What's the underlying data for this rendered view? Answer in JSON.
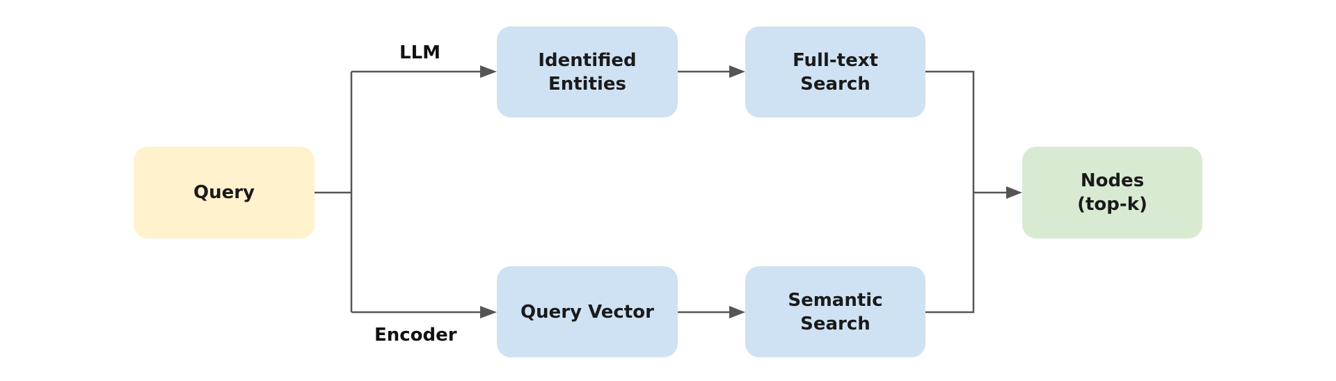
{
  "colors": {
    "query_fill": "#fff2cc",
    "process_fill": "#cfe2f3",
    "output_fill": "#d9ead3",
    "connector": "#555555"
  },
  "nodes": {
    "query": "Query",
    "identified_entities": "Identified\nEntities",
    "full_text_search": "Full-text\nSearch",
    "query_vector": "Query Vector",
    "semantic_search": "Semantic\nSearch",
    "nodes_output": "Nodes\n(top-k)"
  },
  "edge_labels": {
    "upper_branch": "LLM",
    "lower_branch": "Encoder"
  }
}
